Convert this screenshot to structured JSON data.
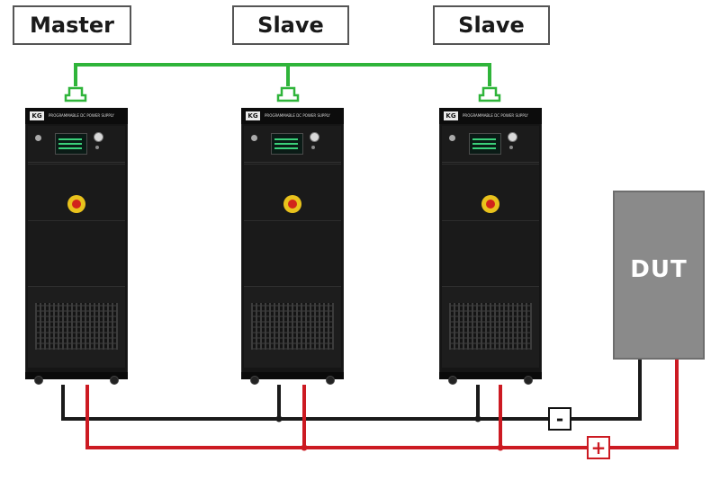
{
  "units": {
    "master_label": "Master",
    "slave1_label": "Slave",
    "slave2_label": "Slave",
    "brand_logo": "KG",
    "model_text": "PROGRAMMABLE DC POWER SUPPLY"
  },
  "dut": {
    "label": "DUT"
  },
  "polarity": {
    "negative": "-",
    "positive": "+"
  },
  "colors": {
    "comm_bus": "#2fb43a",
    "negative_wire": "#1a1a1a",
    "positive_wire": "#cc1a22",
    "dut_fill": "#8a8a8a",
    "cabinet": "#151515"
  },
  "icons": {
    "connector": "communication-connector-icon",
    "estop": "emergency-stop-icon"
  }
}
